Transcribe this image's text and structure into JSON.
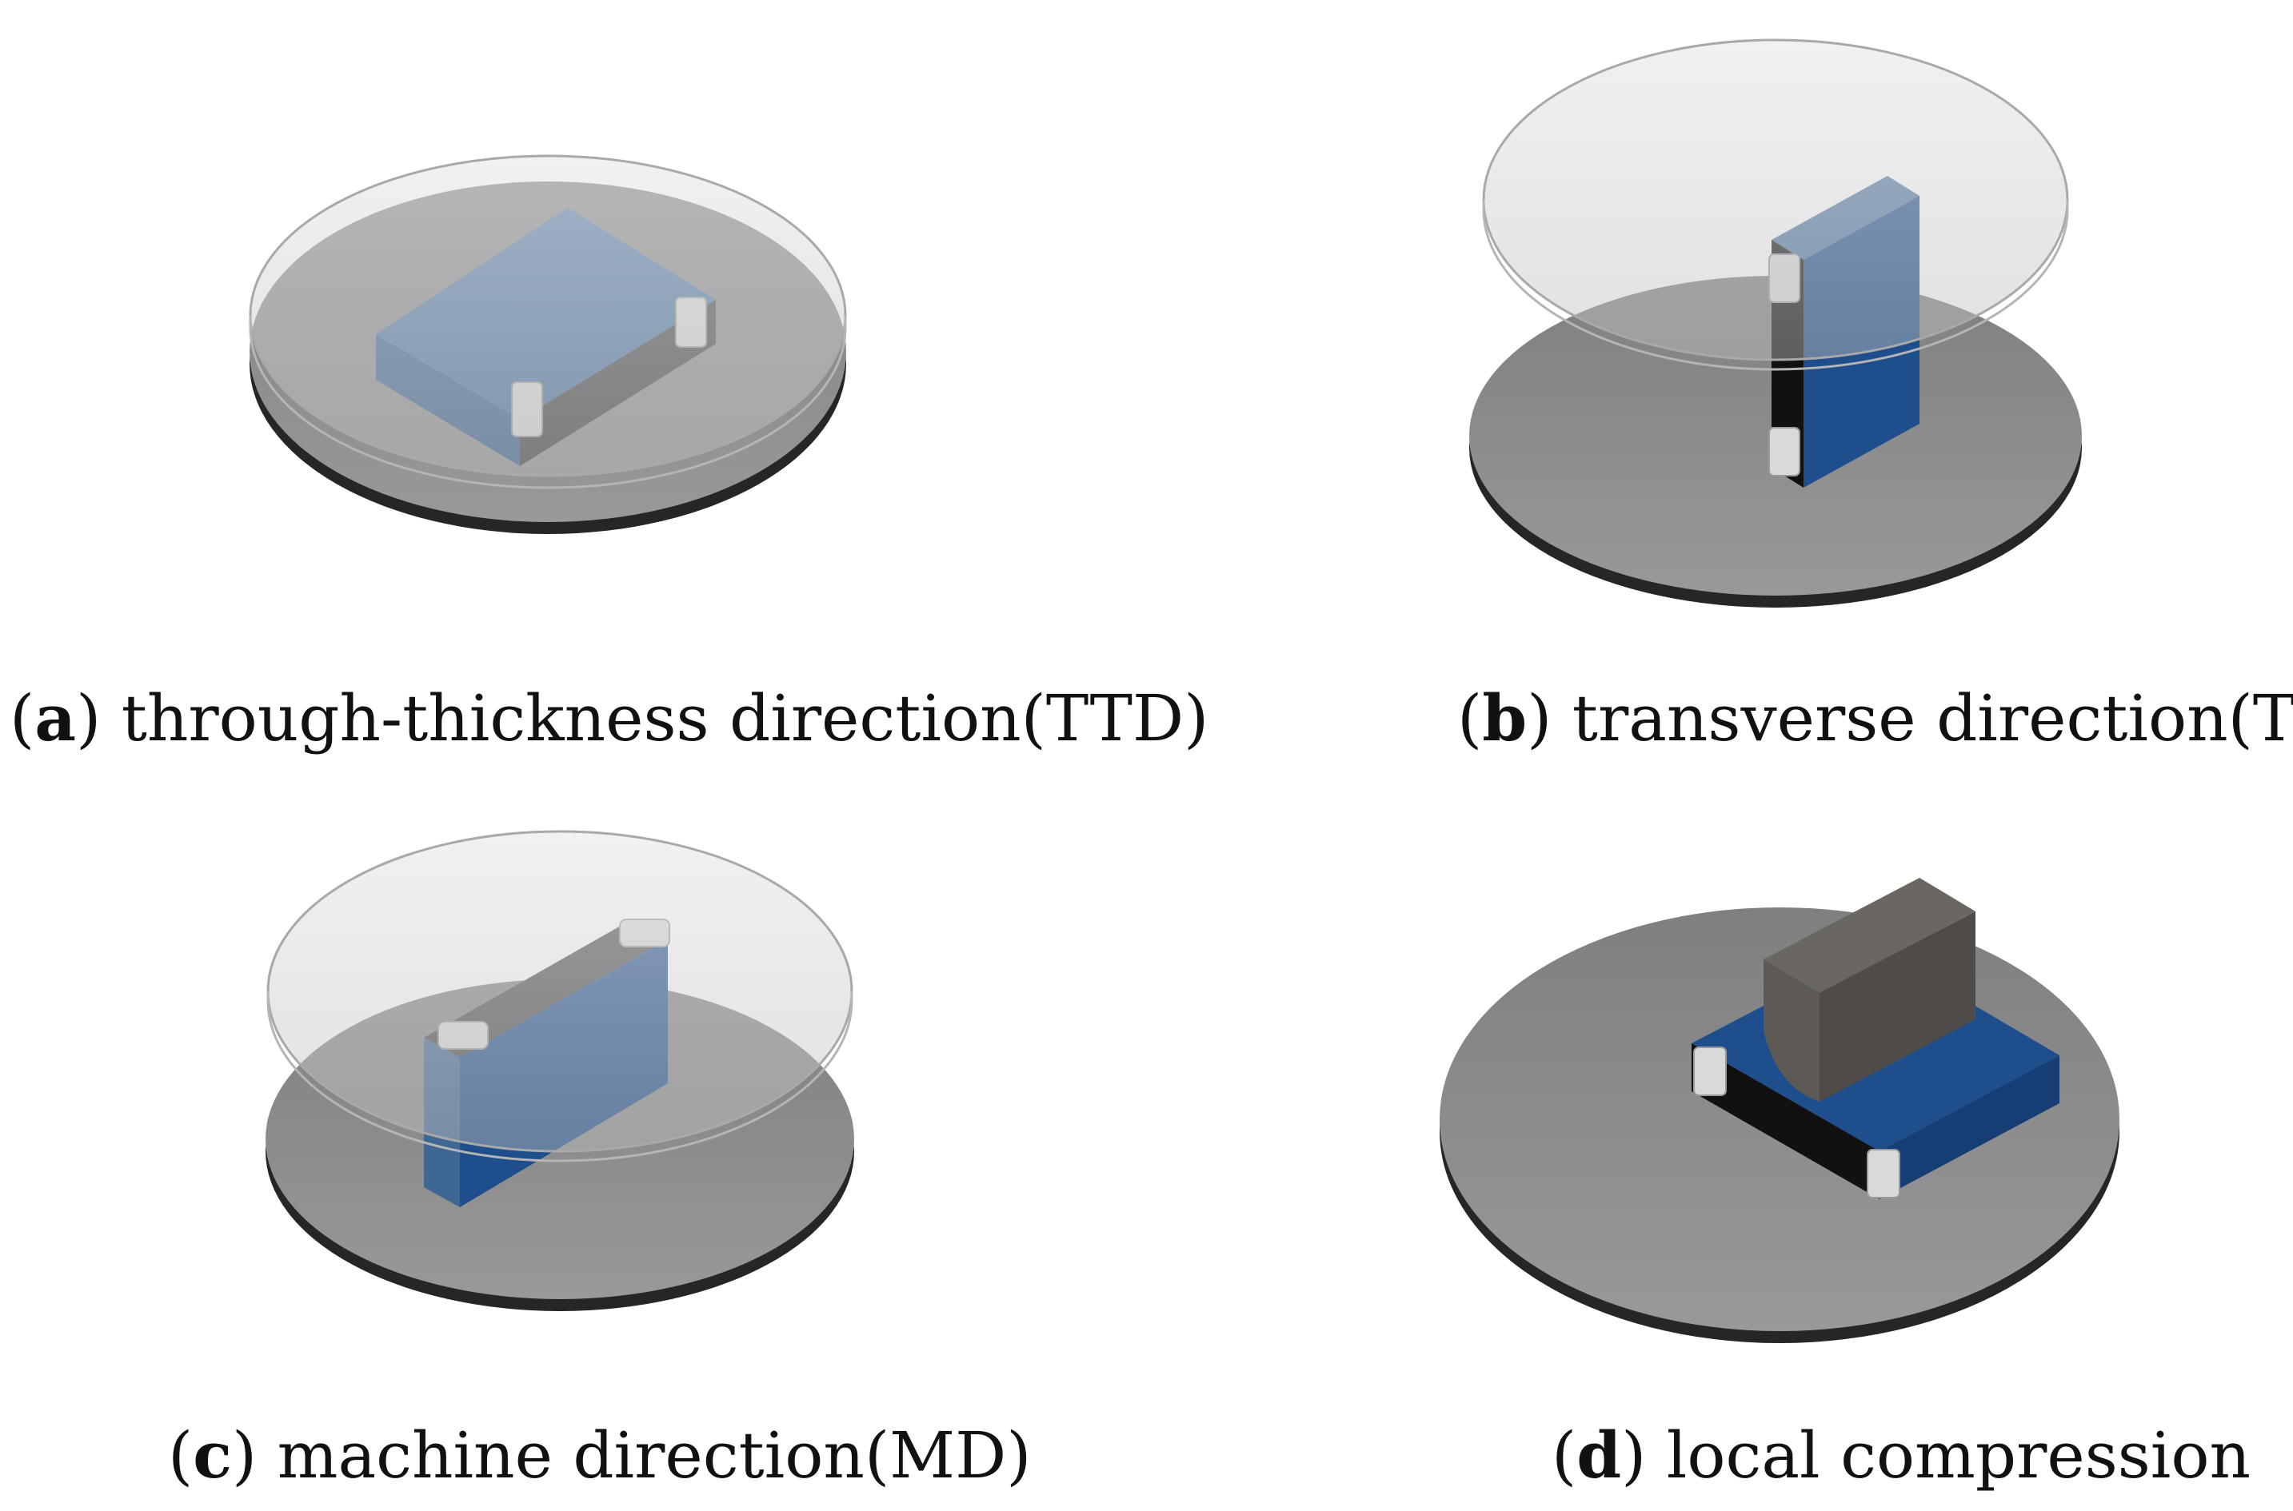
{
  "panels": [
    {
      "letter": "a",
      "text": "through-thickness direction(TTD)"
    },
    {
      "letter": "b",
      "text": "transverse direction(TD)"
    },
    {
      "letter": "c",
      "text": "machine direction(MD)"
    },
    {
      "letter": "d",
      "text": "local compression"
    }
  ],
  "colors": {
    "plate_top": "#8a8a8a",
    "plate_edge": "#2b2b2b",
    "platen_glass": "rgba(200,200,200,0.45)",
    "battery_blue": "#1f4e8c",
    "battery_light_blue": "#4f77a3",
    "battery_side": "#111111",
    "terminal": "#d8d8d8",
    "indenter": "#55524e"
  }
}
